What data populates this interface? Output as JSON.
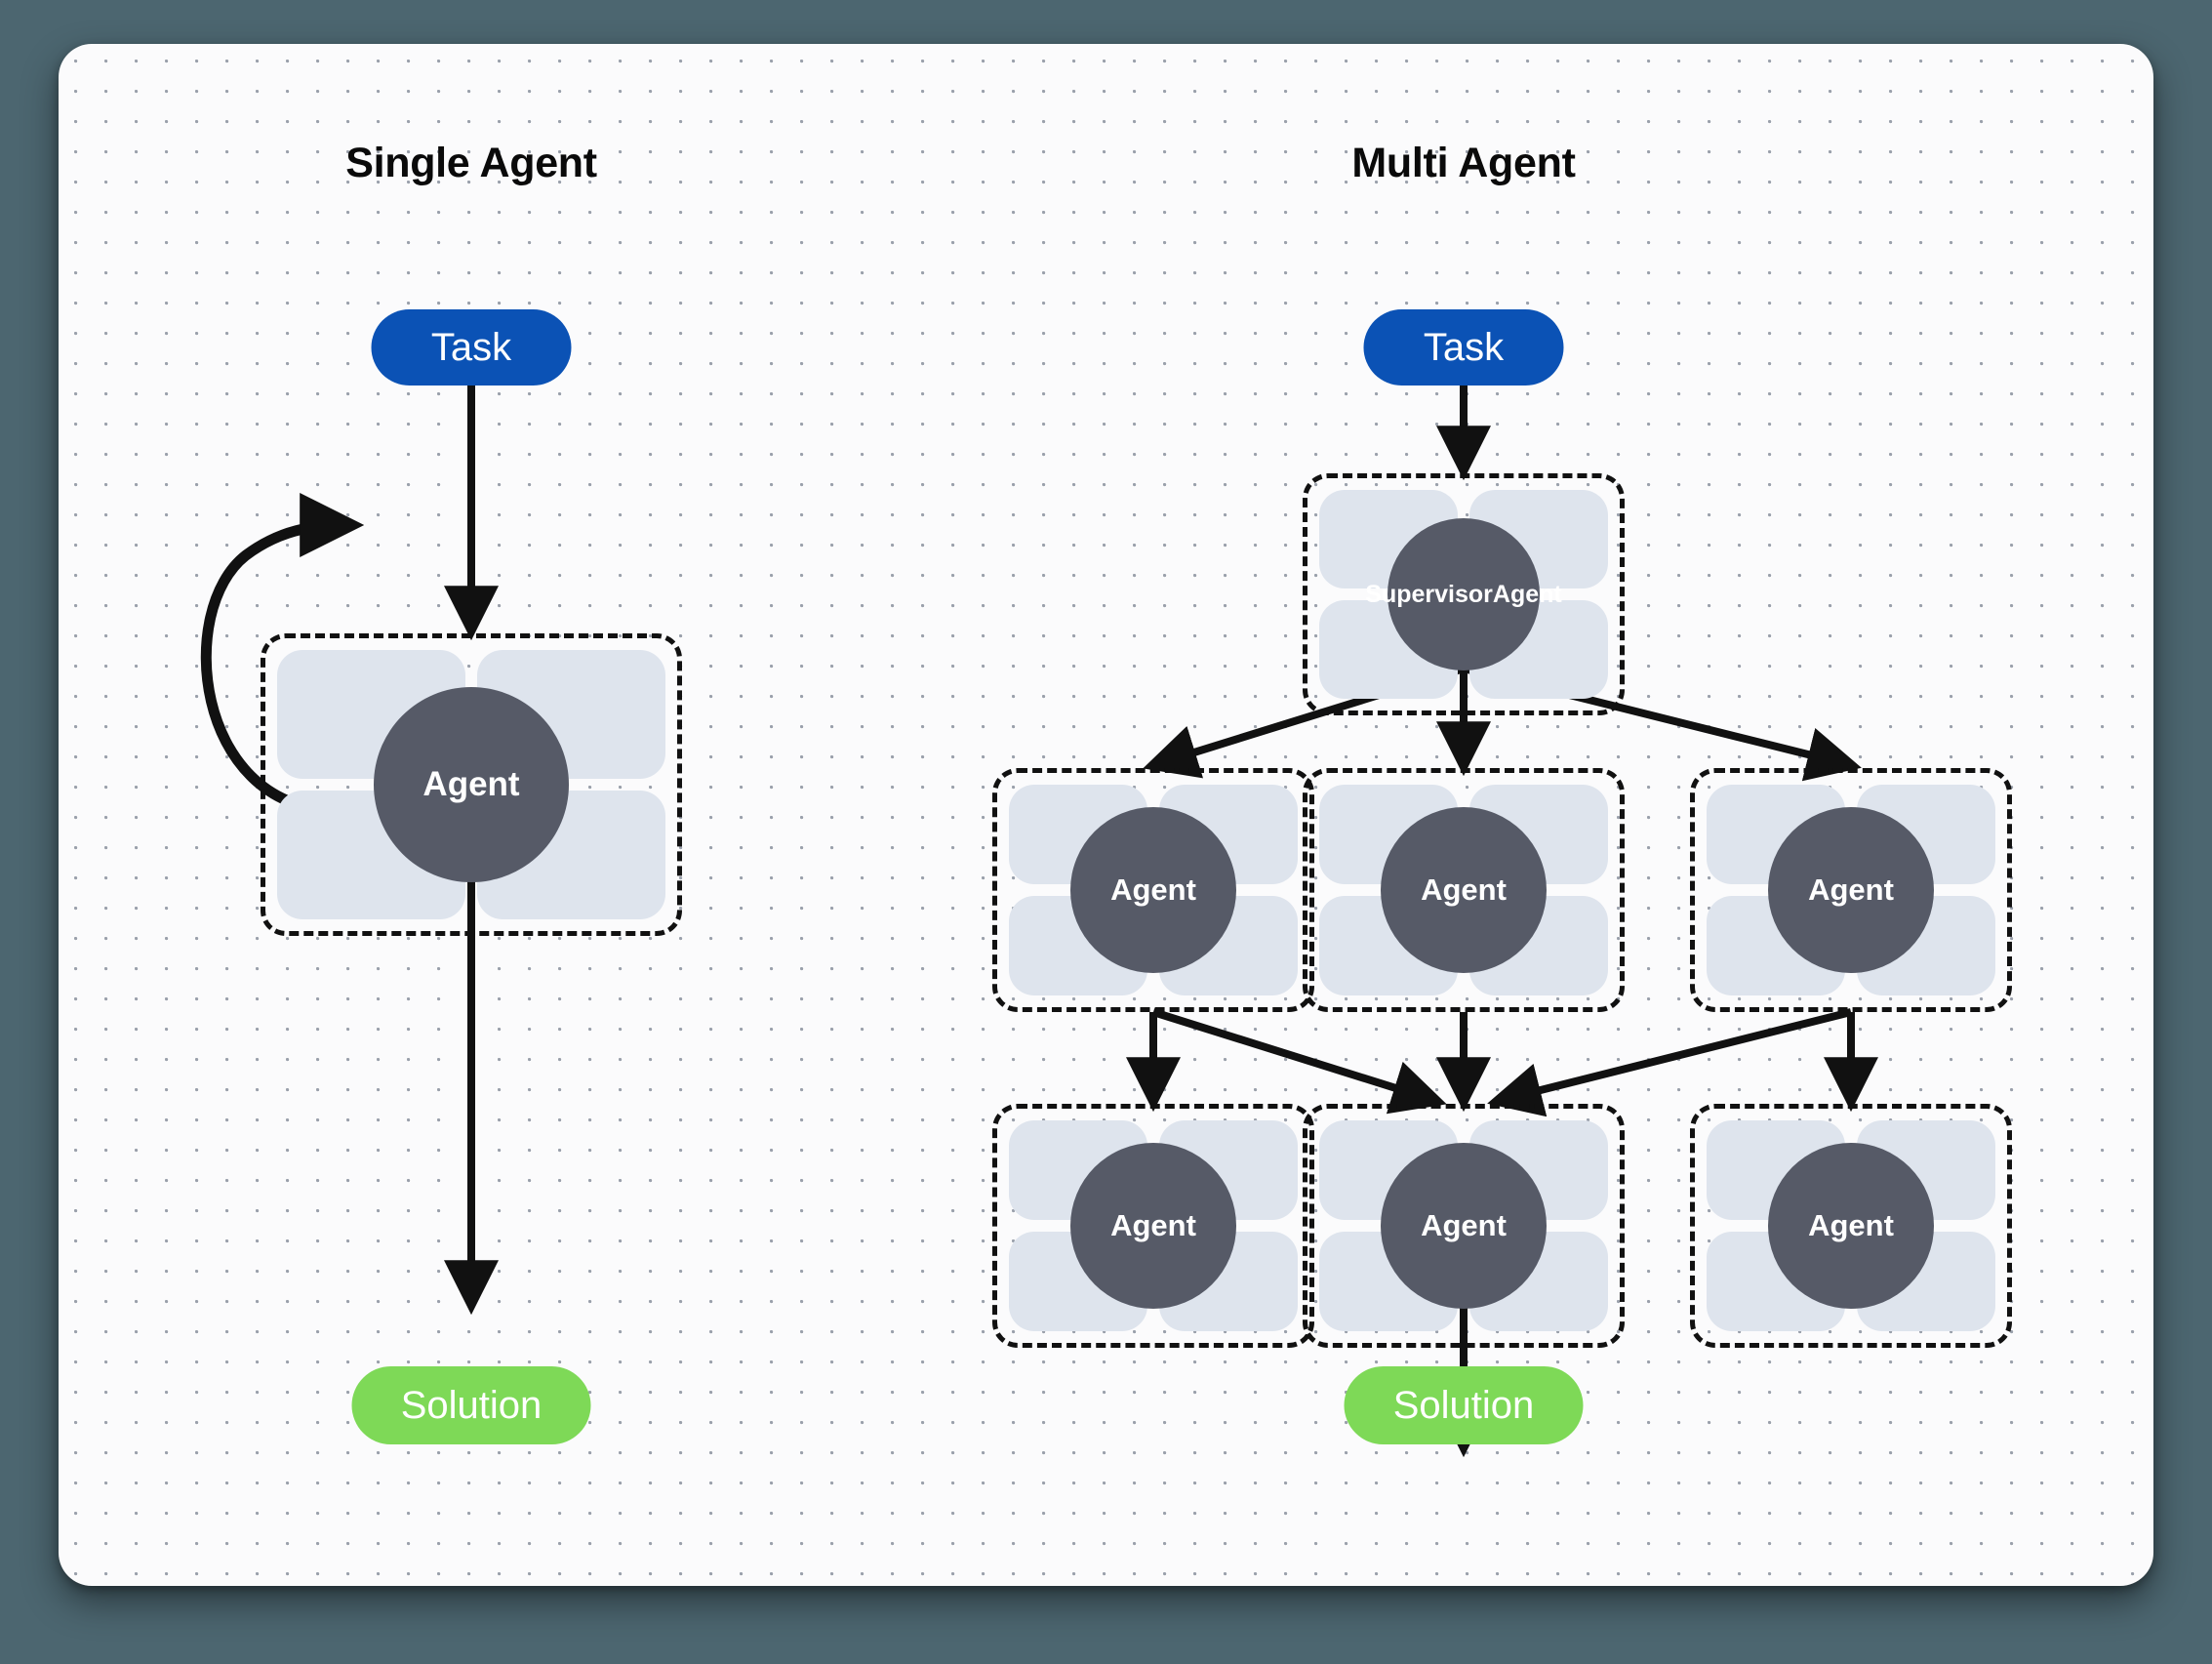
{
  "canvas": {
    "background_color": "#fbfbfc",
    "page_background_color": "#4c6670",
    "dot_color": "#9aa0ab"
  },
  "colors": {
    "task_blue": "#0b52b5",
    "solution_green": "#7ed957",
    "agent_core_gray": "#565a67",
    "agent_cell_blue": "#dee4ed",
    "cluster_border": "#111111",
    "arrow": "#111111",
    "title_text": "#0a0a0a"
  },
  "panels": [
    {
      "id": "single-agent",
      "title": "Single Agent",
      "nodes": {
        "task": {
          "label": "Task"
        },
        "agent": {
          "label": "Agent"
        },
        "solution": {
          "label": "Solution"
        }
      },
      "edges": [
        {
          "from": "task",
          "to": "agent",
          "kind": "straight-down"
        },
        {
          "from": "agent",
          "to": "agent",
          "kind": "self-loop"
        },
        {
          "from": "agent",
          "to": "solution",
          "kind": "straight-down"
        }
      ]
    },
    {
      "id": "multi-agent",
      "title": "Multi Agent",
      "nodes": {
        "task": {
          "label": "Task"
        },
        "supervisor": {
          "label_line1": "Supervisor",
          "label_line2": "Agent"
        },
        "row1": [
          {
            "label": "Agent"
          },
          {
            "label": "Agent"
          },
          {
            "label": "Agent"
          }
        ],
        "row2": [
          {
            "label": "Agent"
          },
          {
            "label": "Agent"
          },
          {
            "label": "Agent"
          }
        ],
        "solution": {
          "label": "Solution"
        }
      },
      "edges": [
        {
          "from": "task",
          "to": "supervisor",
          "kind": "straight-down"
        },
        {
          "from": "supervisor",
          "to": "row1-left",
          "kind": "diagonal"
        },
        {
          "from": "supervisor",
          "to": "row1-center",
          "kind": "straight-down"
        },
        {
          "from": "supervisor",
          "to": "row1-right",
          "kind": "diagonal"
        },
        {
          "from": "row1-left",
          "to": "row2-left",
          "kind": "straight-down"
        },
        {
          "from": "row1-left",
          "to": "row2-center",
          "kind": "diagonal"
        },
        {
          "from": "row1-center",
          "to": "row2-center",
          "kind": "straight-down"
        },
        {
          "from": "row1-right",
          "to": "row2-center",
          "kind": "diagonal"
        },
        {
          "from": "row1-right",
          "to": "row2-right",
          "kind": "straight-down"
        },
        {
          "from": "row2-center",
          "to": "solution",
          "kind": "straight-down"
        }
      ]
    }
  ]
}
